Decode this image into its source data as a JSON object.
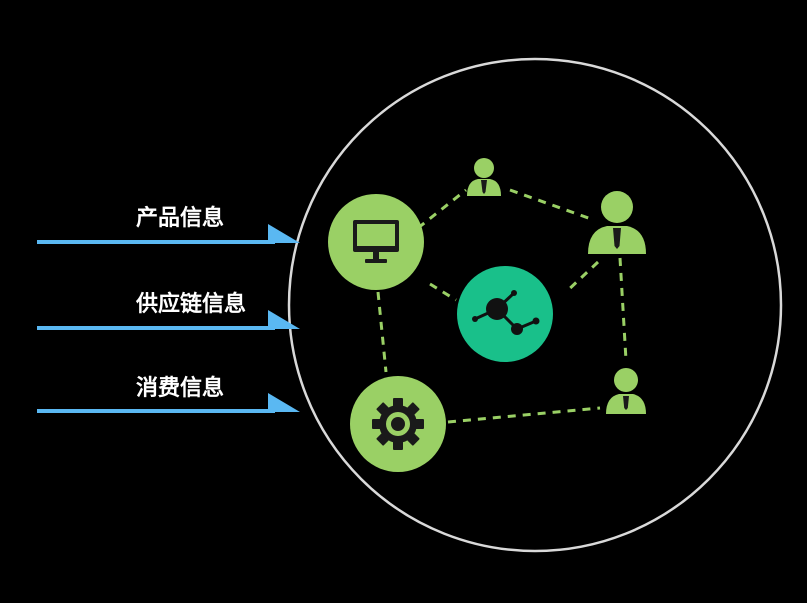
{
  "labels": [
    "产品信息",
    "供应链信息",
    "消费信息"
  ],
  "colors": {
    "background": "#000000",
    "arrow": "#5ab8f2",
    "node_green": "#9ad065",
    "hub_teal": "#19c08a",
    "dash": "#9ad065",
    "circle_outline": "#ffffff"
  },
  "icons": {
    "node_1": "monitor-icon",
    "node_2": "gear-icon",
    "hub": "network-share-icon",
    "person": "person-icon"
  }
}
